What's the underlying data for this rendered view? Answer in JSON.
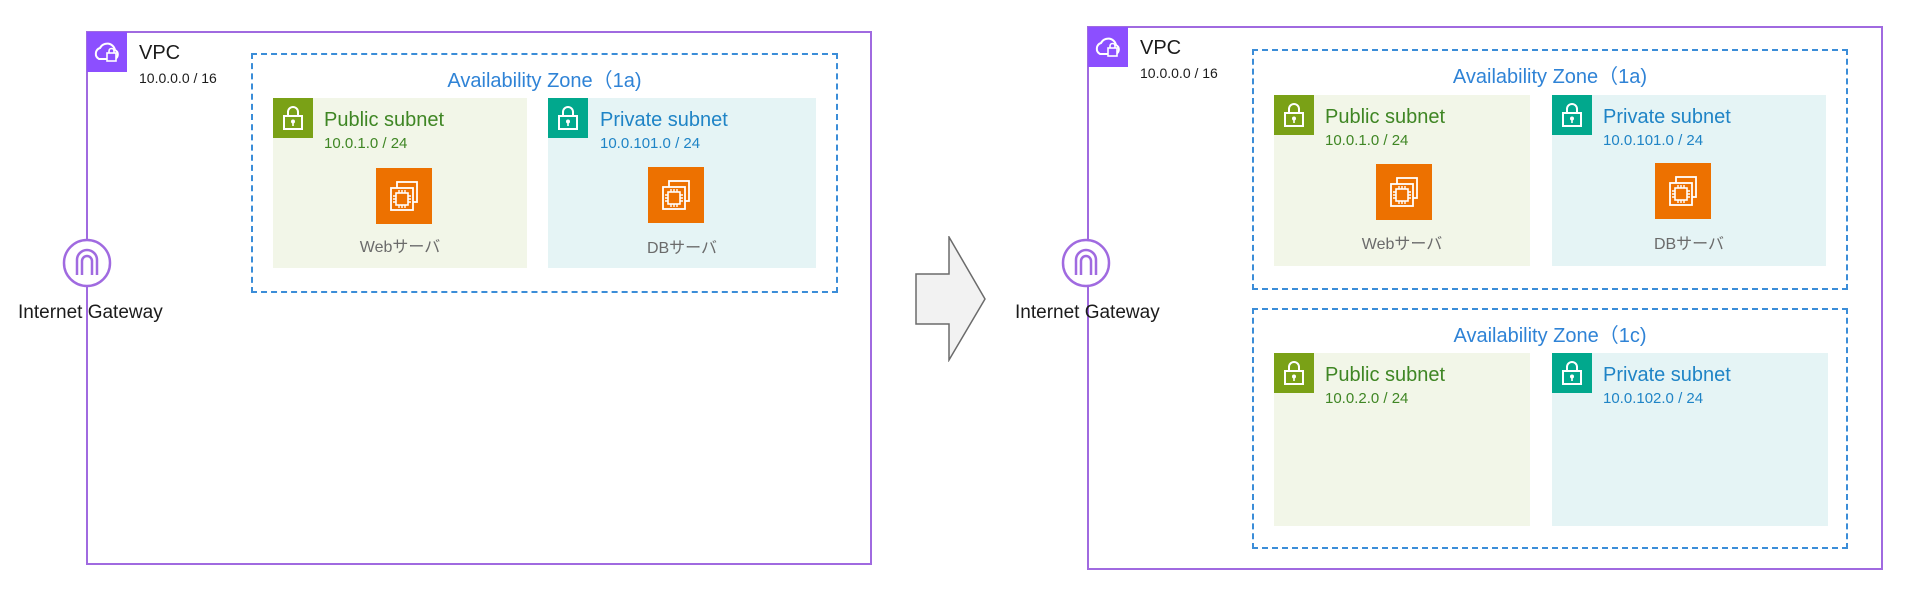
{
  "colors": {
    "vpc_border": "#a06ae0",
    "vpc_icon": "#8c4fff",
    "az_border": "#3b8dd8",
    "public_subnet_bg": "#f2f6e8",
    "private_subnet_bg": "#e5f4f5",
    "public_accent": "#7aa116",
    "private_accent": "#01a88d",
    "ec2": "#ed7100"
  },
  "icons": {
    "vpc": "cloud-lock-icon",
    "subnet": "padlock-icon",
    "server": "ec2-instance-icon",
    "gateway": "internet-gateway-icon",
    "transition": "right-arrow-icon"
  },
  "before": {
    "vpc": {
      "title": "VPC",
      "cidr": "10.0.0.0 / 16"
    },
    "igw": {
      "label": "Internet Gateway"
    },
    "az": {
      "label": "Availability Zone（1a)",
      "public": {
        "title": "Public subnet",
        "cidr": "10.0.1.0 / 24",
        "server": "Webサーバ"
      },
      "private": {
        "title": "Private subnet",
        "cidr": "10.0.101.0 / 24",
        "server": "DBサーバ"
      }
    }
  },
  "after": {
    "vpc": {
      "title": "VPC",
      "cidr": "10.0.0.0 / 16"
    },
    "igw": {
      "label": "Internet Gateway"
    },
    "az1": {
      "label": "Availability Zone（1a)",
      "public": {
        "title": "Public subnet",
        "cidr": "10.0.1.0 / 24",
        "server": "Webサーバ"
      },
      "private": {
        "title": "Private subnet",
        "cidr": "10.0.101.0 / 24",
        "server": "DBサーバ"
      }
    },
    "az2": {
      "label": "Availability Zone（1c)",
      "public": {
        "title": "Public subnet",
        "cidr": "10.0.2.0 / 24"
      },
      "private": {
        "title": "Private subnet",
        "cidr": "10.0.102.0 / 24"
      }
    }
  }
}
